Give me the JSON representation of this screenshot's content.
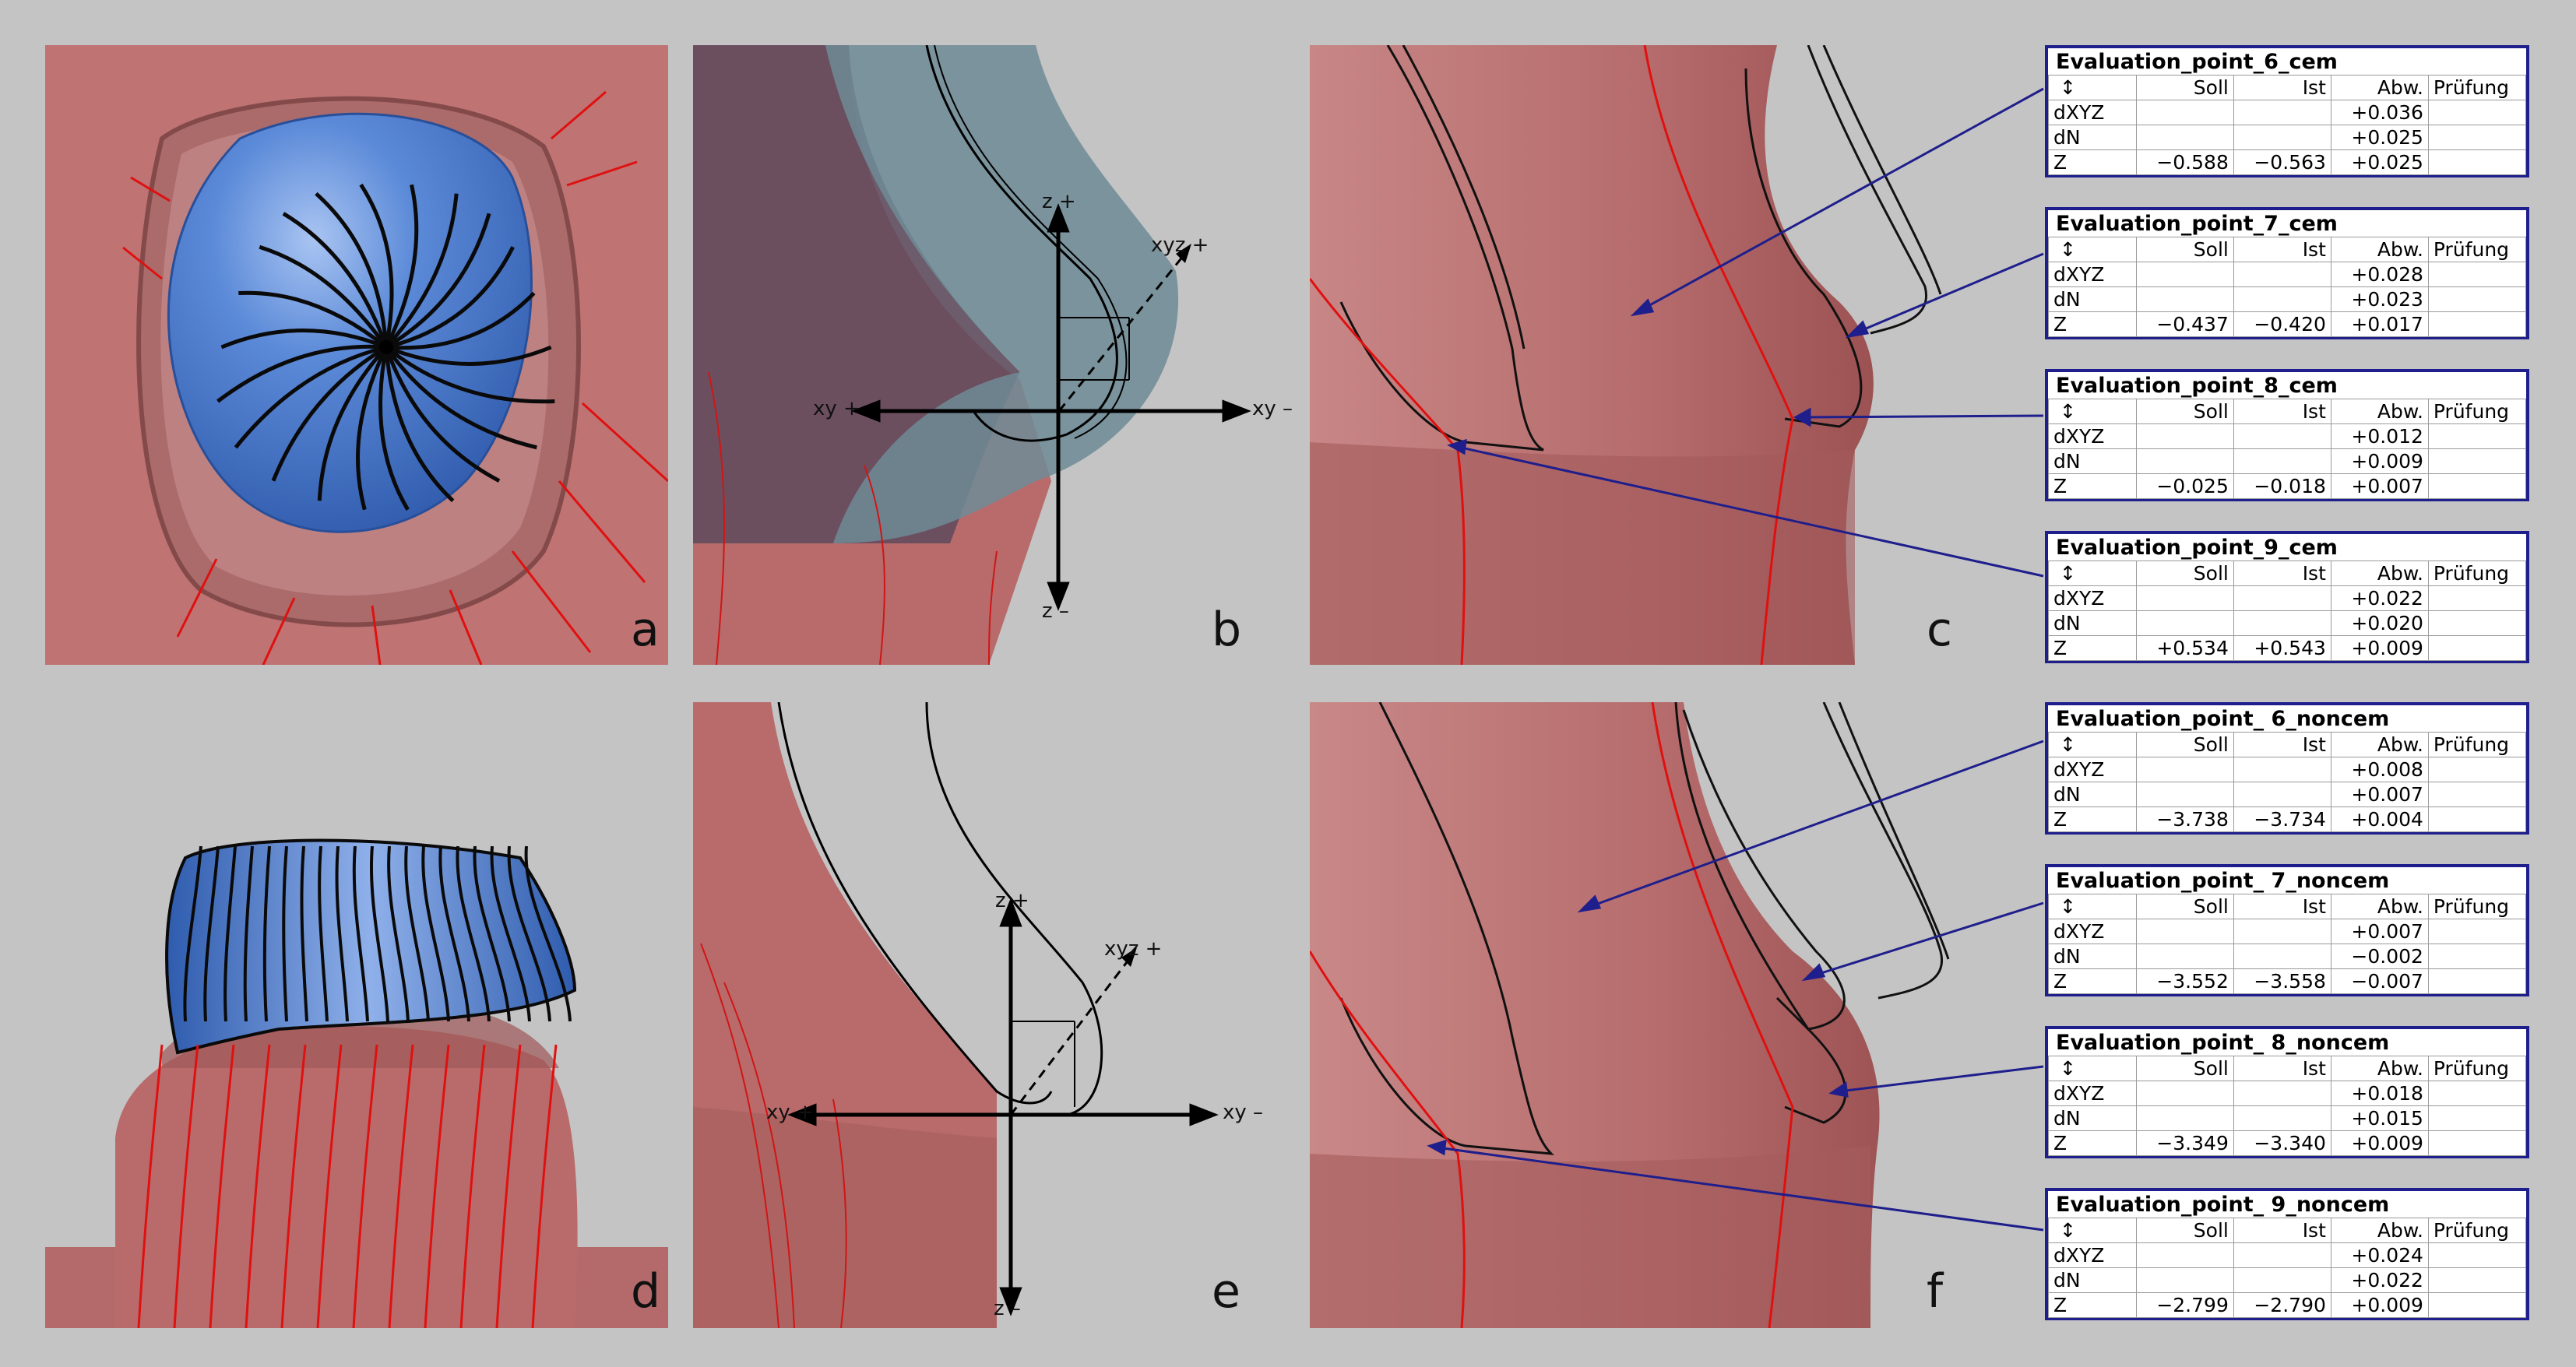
{
  "panels": {
    "a": {
      "letter": "a"
    },
    "b": {
      "letter": "b",
      "axes": {
        "z_plus": "z +",
        "z_minus": "z –",
        "xy_plus": "xy +",
        "xy_minus": "xy –",
        "xyz_plus": "xyz +"
      }
    },
    "c": {
      "letter": "c"
    },
    "d": {
      "letter": "d"
    },
    "e": {
      "letter": "e",
      "axes": {
        "z_plus": "z +",
        "z_minus": "z –",
        "xy_plus": "xy +",
        "xy_minus": "xy –",
        "xyz_plus": "xyz +"
      }
    },
    "f": {
      "letter": "f"
    }
  },
  "colors": {
    "background": "#c4c4c4",
    "tooth_pink": "#b96b6b",
    "crown_blue": "#4f7fd0",
    "section_red": "#e01010",
    "leader_blue": "#1e1e8c",
    "gray_overlay": "#6f8b96"
  },
  "table_columns": {
    "c0": "↕",
    "c1": "Soll",
    "c2": "Ist",
    "c3": "Abw.",
    "c4": "Prüfung"
  },
  "tables": [
    {
      "title": "Evaluation_point_6_cem",
      "rows": [
        {
          "label": "dXYZ",
          "soll": "",
          "ist": "",
          "abw": "+0.036"
        },
        {
          "label": "dN",
          "soll": "",
          "ist": "",
          "abw": "+0.025"
        },
        {
          "label": "Z",
          "soll": "−0.588",
          "ist": "−0.563",
          "abw": "+0.025"
        }
      ]
    },
    {
      "title": "Evaluation_point_7_cem",
      "rows": [
        {
          "label": "dXYZ",
          "soll": "",
          "ist": "",
          "abw": "+0.028"
        },
        {
          "label": "dN",
          "soll": "",
          "ist": "",
          "abw": "+0.023"
        },
        {
          "label": "Z",
          "soll": "−0.437",
          "ist": "−0.420",
          "abw": "+0.017"
        }
      ]
    },
    {
      "title": "Evaluation_point_8_cem",
      "rows": [
        {
          "label": "dXYZ",
          "soll": "",
          "ist": "",
          "abw": "+0.012"
        },
        {
          "label": "dN",
          "soll": "",
          "ist": "",
          "abw": "+0.009"
        },
        {
          "label": "Z",
          "soll": "−0.025",
          "ist": "−0.018",
          "abw": "+0.007"
        }
      ]
    },
    {
      "title": "Evaluation_point_9_cem",
      "rows": [
        {
          "label": "dXYZ",
          "soll": "",
          "ist": "",
          "abw": "+0.022"
        },
        {
          "label": "dN",
          "soll": "",
          "ist": "",
          "abw": "+0.020"
        },
        {
          "label": "Z",
          "soll": "+0.534",
          "ist": "+0.543",
          "abw": "+0.009"
        }
      ]
    },
    {
      "title": "Evaluation_point_ 6_noncem",
      "rows": [
        {
          "label": "dXYZ",
          "soll": "",
          "ist": "",
          "abw": "+0.008"
        },
        {
          "label": "dN",
          "soll": "",
          "ist": "",
          "abw": "+0.007"
        },
        {
          "label": "Z",
          "soll": "−3.738",
          "ist": "−3.734",
          "abw": "+0.004"
        }
      ]
    },
    {
      "title": "Evaluation_point_ 7_noncem",
      "rows": [
        {
          "label": "dXYZ",
          "soll": "",
          "ist": "",
          "abw": "+0.007"
        },
        {
          "label": "dN",
          "soll": "",
          "ist": "",
          "abw": "−0.002"
        },
        {
          "label": "Z",
          "soll": "−3.552",
          "ist": "−3.558",
          "abw": "−0.007"
        }
      ]
    },
    {
      "title": "Evaluation_point_ 8_noncem",
      "rows": [
        {
          "label": "dXYZ",
          "soll": "",
          "ist": "",
          "abw": "+0.018"
        },
        {
          "label": "dN",
          "soll": "",
          "ist": "",
          "abw": "+0.015"
        },
        {
          "label": "Z",
          "soll": "−3.349",
          "ist": "−3.340",
          "abw": "+0.009"
        }
      ]
    },
    {
      "title": "Evaluation_point_ 9_noncem",
      "rows": [
        {
          "label": "dXYZ",
          "soll": "",
          "ist": "",
          "abw": "+0.024"
        },
        {
          "label": "dN",
          "soll": "",
          "ist": "",
          "abw": "+0.022"
        },
        {
          "label": "Z",
          "soll": "−2.799",
          "ist": "−2.790",
          "abw": "+0.009"
        }
      ]
    }
  ]
}
